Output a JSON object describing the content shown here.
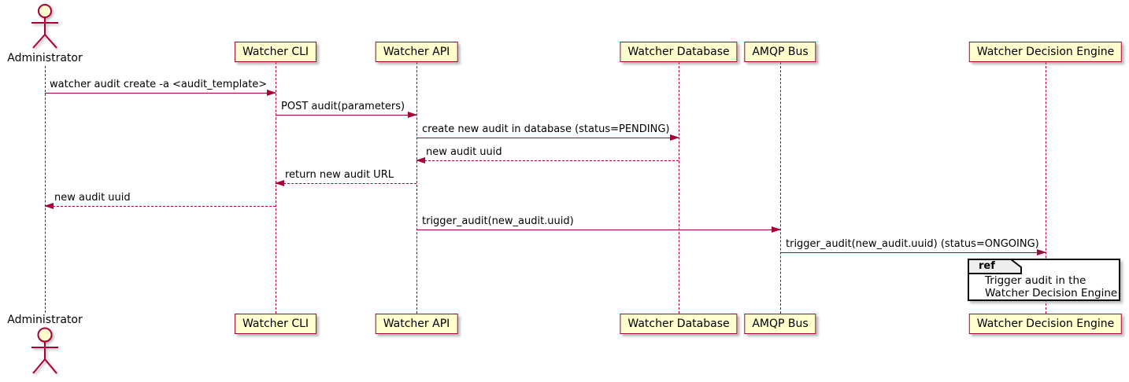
{
  "colors": {
    "participant_fill": "#FEFECE",
    "participant_border": "#A80036",
    "message_line": "#A80036",
    "lifeline": "#A80036",
    "ref_border": "#000000",
    "ref_tab_fill": "#EEEEEE",
    "text": "#000000"
  },
  "actor": {
    "label": "Administrator"
  },
  "participants": {
    "cli": {
      "label": "Watcher CLI"
    },
    "api": {
      "label": "Watcher API"
    },
    "db": {
      "label": "Watcher Database"
    },
    "amqp": {
      "label": "AMQP Bus"
    },
    "wde": {
      "label": "Watcher Decision Engine"
    }
  },
  "messages": [
    {
      "from": "Administrator",
      "to": "Watcher CLI",
      "label": "watcher audit create -a <audit_template>",
      "style": "solid"
    },
    {
      "from": "Watcher CLI",
      "to": "Watcher API",
      "label": "POST audit(parameters)",
      "style": "solid"
    },
    {
      "from": "Watcher API",
      "to": "Watcher Database",
      "label": "create new audit in database (status=PENDING)",
      "style": "solid"
    },
    {
      "from": "Watcher Database",
      "to": "Watcher API",
      "label": "new audit uuid",
      "style": "dashed"
    },
    {
      "from": "Watcher API",
      "to": "Watcher CLI",
      "label": "return new audit URL",
      "style": "dashed"
    },
    {
      "from": "Watcher CLI",
      "to": "Administrator",
      "label": "new audit uuid",
      "style": "dashed"
    },
    {
      "from": "Watcher API",
      "to": "AMQP Bus",
      "label": "trigger_audit(new_audit.uuid)",
      "style": "solid"
    },
    {
      "from": "AMQP Bus",
      "to": "Watcher Decision Engine",
      "label": "trigger_audit(new_audit.uuid) (status=ONGOING)",
      "style": "solid"
    }
  ],
  "ref_fragment": {
    "keyword": "ref",
    "line1": "Trigger audit in the",
    "line2": "Watcher Decision Engine"
  }
}
